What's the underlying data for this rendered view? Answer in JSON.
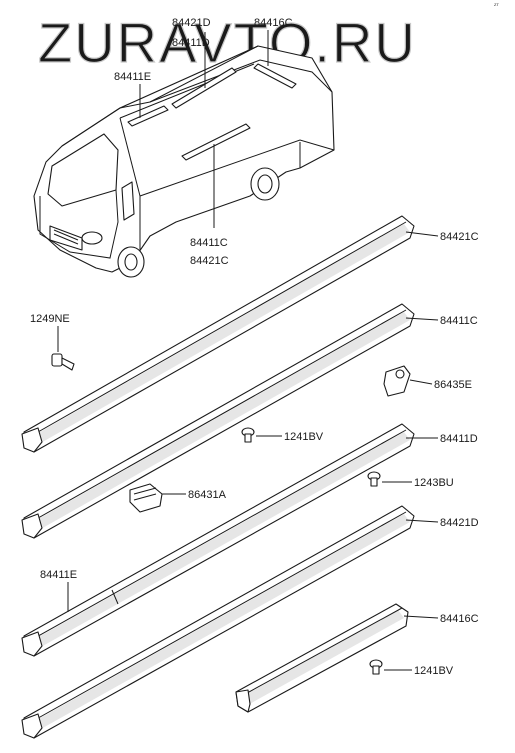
{
  "watermark": "ZURAVTO.RU",
  "corner_mark": "ZT",
  "labels": {
    "van_84421D": "84421D",
    "van_84411D": "84411D",
    "van_84416C": "84416C",
    "van_84411E": "84411E",
    "van_84411C": "84411C",
    "van_84421C": "84421C",
    "strip1": "84421C",
    "strip2": "84411C",
    "clip_1249NE": "1249NE",
    "clip_86435E": "86435E",
    "screw_1241BV_a": "1241BV",
    "strip3": "84411D",
    "screw_1243BU": "1243BU",
    "clip_86431A": "86431A",
    "strip4": "84421D",
    "strip_84411E": "84411E",
    "strip5": "84416C",
    "screw_1241BV_b": "1241BV"
  }
}
